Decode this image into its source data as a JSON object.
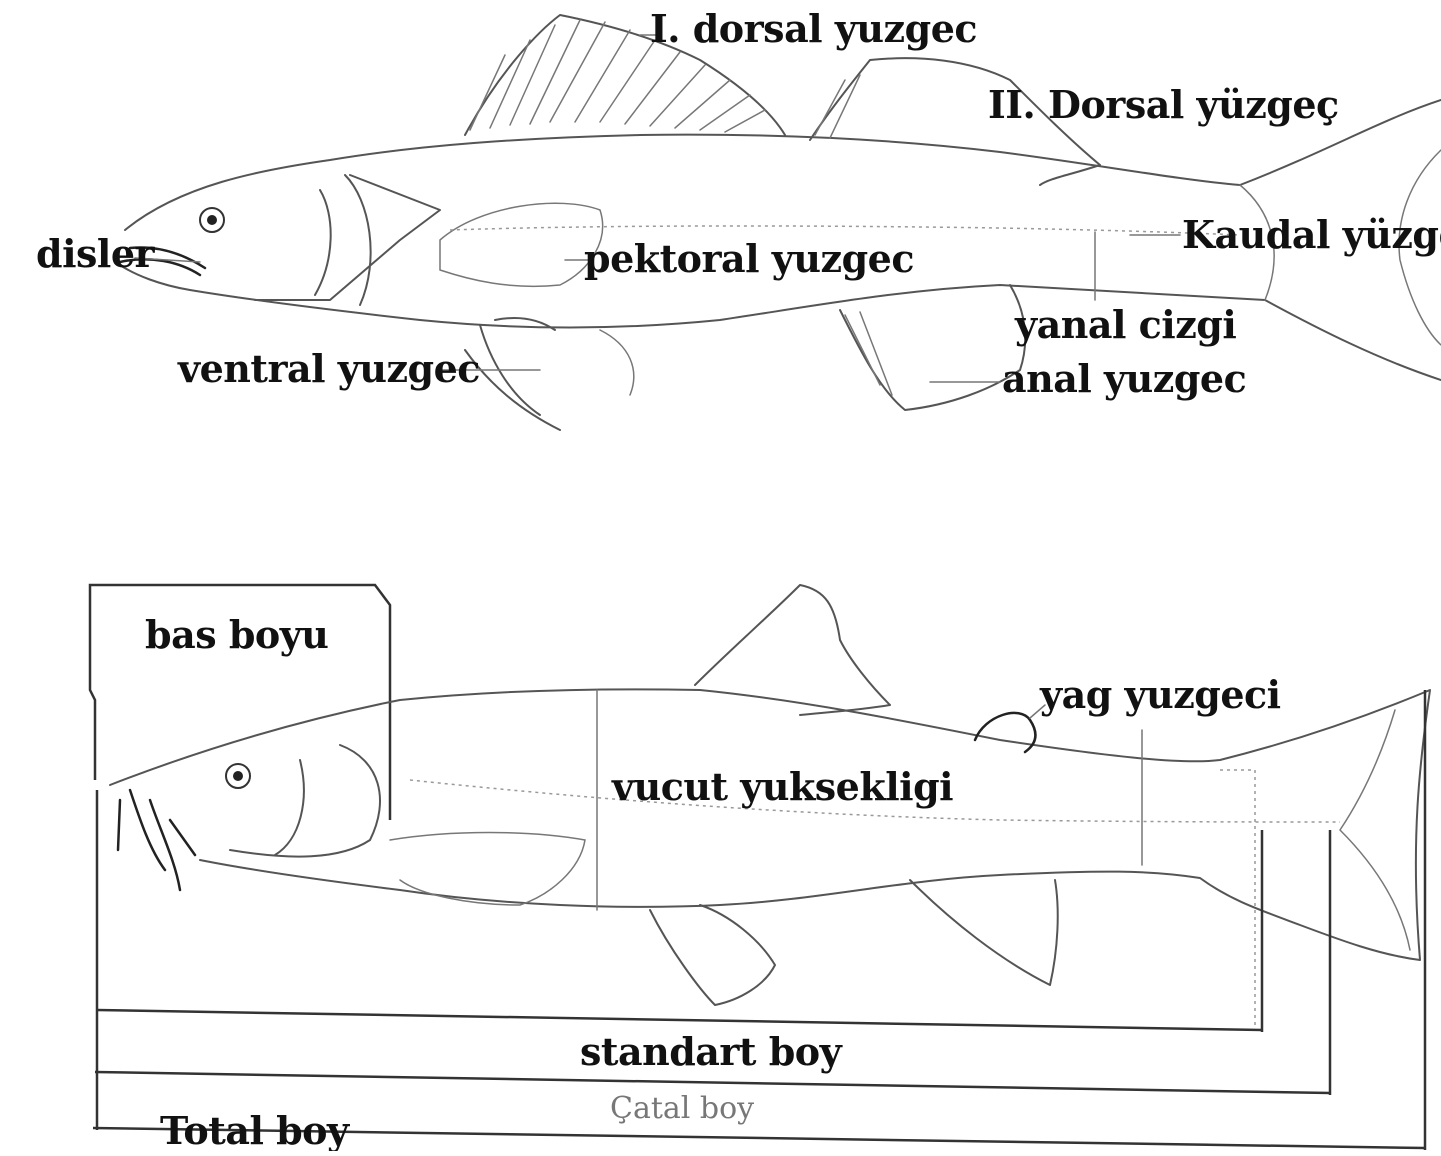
{
  "top_fish": {
    "labels": {
      "dorsal1": "I. dorsal yuzgec",
      "dorsal2": "II. Dorsal yüzgeç",
      "caudal": "Kaudal yüzgeç",
      "teeth": "disler",
      "pectoral": "pektoral yuzgec",
      "lateral_line": "yanal cizgi",
      "ventral": "ventral yuzgec",
      "anal": "anal yuzgec"
    }
  },
  "bottom_fish": {
    "labels": {
      "head_length": "bas boyu",
      "body_depth": "vucut yuksekligi",
      "adipose": "yag yuzgeci",
      "standard_length": "standart boy",
      "fork_length": "Çatal boy",
      "total_length": "Total boy"
    }
  },
  "colors": {
    "line": "#555555",
    "text": "#111111",
    "background": "#ffffff"
  }
}
